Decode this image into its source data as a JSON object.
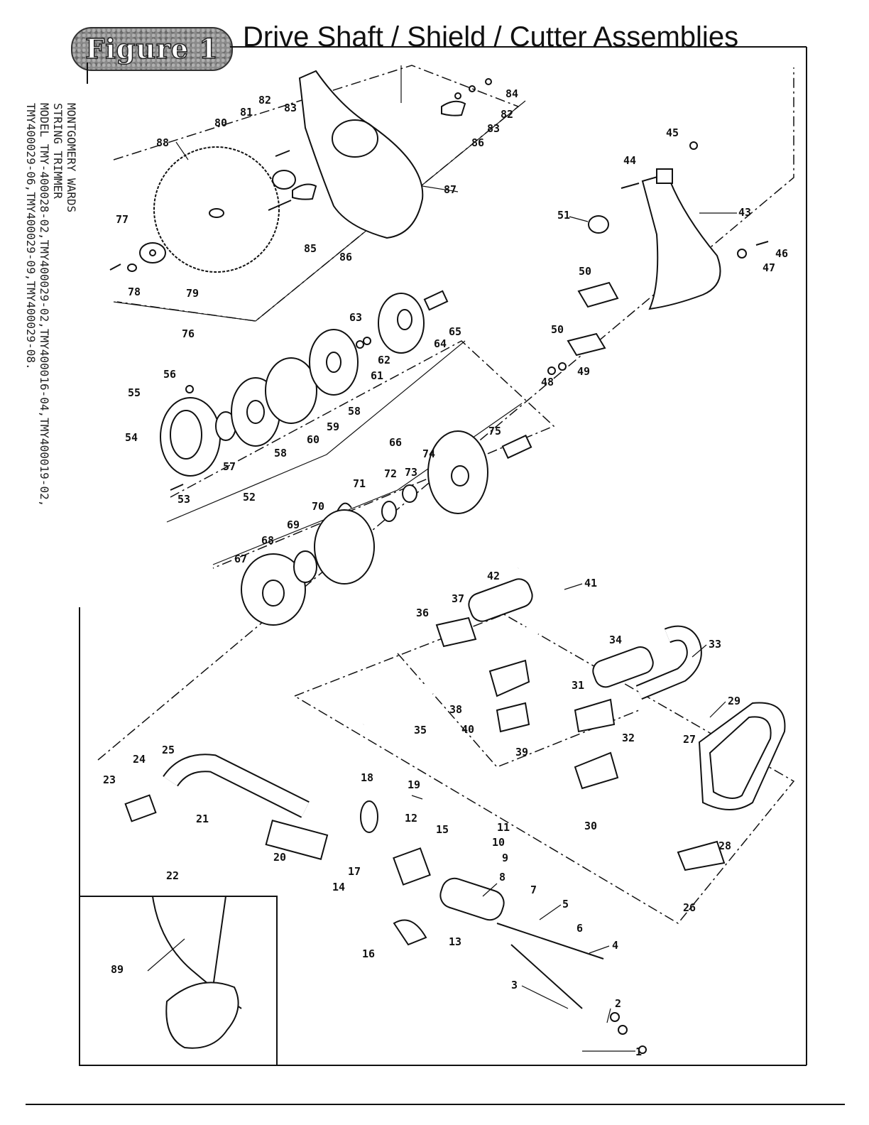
{
  "figure_label": "Figure 1",
  "title": "Drive Shaft / Shield / Cutter Assemblies",
  "side_note": {
    "lines": [
      "MONTGOMERY WARDS",
      "STRING TRIMMER",
      "MODEL TMY-400028-02,TMY400029-02,TMY400016-04,TMY400019-02,",
      "TMY400029-06,TMY400029-09,TMY400029-08."
    ]
  },
  "callouts": [
    {
      "id": "1",
      "label": "1"
    },
    {
      "id": "2",
      "label": "2"
    },
    {
      "id": "3",
      "label": "3"
    },
    {
      "id": "4",
      "label": "4"
    },
    {
      "id": "5",
      "label": "5"
    },
    {
      "id": "6",
      "label": "6"
    },
    {
      "id": "7",
      "label": "7"
    },
    {
      "id": "8",
      "label": "8"
    },
    {
      "id": "9",
      "label": "9"
    },
    {
      "id": "10",
      "label": "10"
    },
    {
      "id": "11",
      "label": "11"
    },
    {
      "id": "12",
      "label": "12"
    },
    {
      "id": "13",
      "label": "13"
    },
    {
      "id": "14",
      "label": "14"
    },
    {
      "id": "15",
      "label": "15"
    },
    {
      "id": "16",
      "label": "16"
    },
    {
      "id": "17",
      "label": "17"
    },
    {
      "id": "18",
      "label": "18"
    },
    {
      "id": "19",
      "label": "19"
    },
    {
      "id": "20",
      "label": "20"
    },
    {
      "id": "21",
      "label": "21"
    },
    {
      "id": "22",
      "label": "22"
    },
    {
      "id": "23",
      "label": "23"
    },
    {
      "id": "24",
      "label": "24"
    },
    {
      "id": "25",
      "label": "25"
    },
    {
      "id": "26",
      "label": "26"
    },
    {
      "id": "27",
      "label": "27"
    },
    {
      "id": "28",
      "label": "28"
    },
    {
      "id": "29",
      "label": "29"
    },
    {
      "id": "30",
      "label": "30"
    },
    {
      "id": "31",
      "label": "31"
    },
    {
      "id": "32",
      "label": "32"
    },
    {
      "id": "33",
      "label": "33"
    },
    {
      "id": "34",
      "label": "34"
    },
    {
      "id": "35",
      "label": "35"
    },
    {
      "id": "36",
      "label": "36"
    },
    {
      "id": "37",
      "label": "37"
    },
    {
      "id": "38",
      "label": "38"
    },
    {
      "id": "39",
      "label": "39"
    },
    {
      "id": "40",
      "label": "40"
    },
    {
      "id": "41",
      "label": "41"
    },
    {
      "id": "42",
      "label": "42"
    },
    {
      "id": "43",
      "label": "43"
    },
    {
      "id": "44",
      "label": "44"
    },
    {
      "id": "45",
      "label": "45"
    },
    {
      "id": "46",
      "label": "46"
    },
    {
      "id": "47",
      "label": "47"
    },
    {
      "id": "48",
      "label": "48"
    },
    {
      "id": "49",
      "label": "49"
    },
    {
      "id": "50a",
      "label": "50"
    },
    {
      "id": "50b",
      "label": "50"
    },
    {
      "id": "51",
      "label": "51"
    },
    {
      "id": "52",
      "label": "52"
    },
    {
      "id": "53",
      "label": "53"
    },
    {
      "id": "54",
      "label": "54"
    },
    {
      "id": "55",
      "label": "55"
    },
    {
      "id": "56",
      "label": "56"
    },
    {
      "id": "57",
      "label": "57"
    },
    {
      "id": "58a",
      "label": "58"
    },
    {
      "id": "58b",
      "label": "58"
    },
    {
      "id": "59",
      "label": "59"
    },
    {
      "id": "60",
      "label": "60"
    },
    {
      "id": "61",
      "label": "61"
    },
    {
      "id": "62",
      "label": "62"
    },
    {
      "id": "63",
      "label": "63"
    },
    {
      "id": "64",
      "label": "64"
    },
    {
      "id": "65",
      "label": "65"
    },
    {
      "id": "66",
      "label": "66"
    },
    {
      "id": "67",
      "label": "67"
    },
    {
      "id": "68",
      "label": "68"
    },
    {
      "id": "69",
      "label": "69"
    },
    {
      "id": "70",
      "label": "70"
    },
    {
      "id": "71",
      "label": "71"
    },
    {
      "id": "72",
      "label": "72"
    },
    {
      "id": "73",
      "label": "73"
    },
    {
      "id": "74",
      "label": "74"
    },
    {
      "id": "75",
      "label": "75"
    },
    {
      "id": "76",
      "label": "76"
    },
    {
      "id": "77",
      "label": "77"
    },
    {
      "id": "78",
      "label": "78"
    },
    {
      "id": "79",
      "label": "79"
    },
    {
      "id": "80",
      "label": "80"
    },
    {
      "id": "81",
      "label": "81"
    },
    {
      "id": "82a",
      "label": "82"
    },
    {
      "id": "82b",
      "label": "82"
    },
    {
      "id": "83a",
      "label": "83"
    },
    {
      "id": "83b",
      "label": "83"
    },
    {
      "id": "84",
      "label": "84"
    },
    {
      "id": "85",
      "label": "85"
    },
    {
      "id": "86a",
      "label": "86"
    },
    {
      "id": "86b",
      "label": "86"
    },
    {
      "id": "87",
      "label": "87"
    },
    {
      "id": "88",
      "label": "88"
    },
    {
      "id": "89",
      "label": "89"
    }
  ]
}
